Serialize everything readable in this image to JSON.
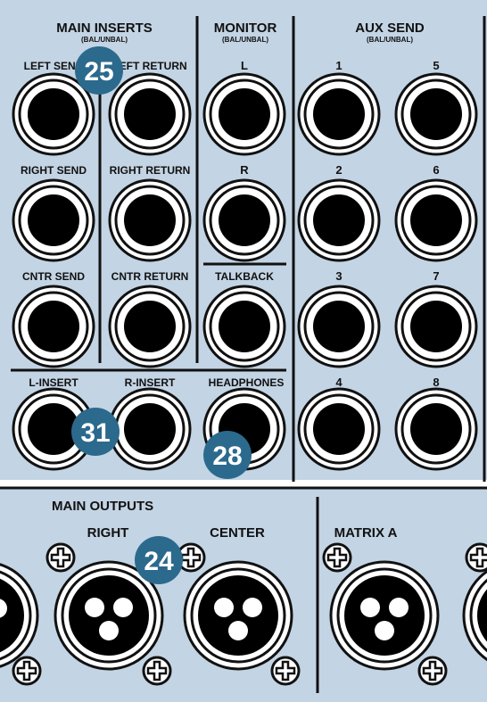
{
  "colors": {
    "panel_bg": "#c3d4e4",
    "line": "#111111",
    "jack_outer": "#ffffff",
    "jack_hole": "#000000",
    "badge_bg": "#2b6a8d",
    "badge_text": "#ffffff"
  },
  "sections": {
    "main_inserts": {
      "title": "MAIN INSERTS",
      "subtitle": "(BAL/UNBAL)"
    },
    "monitor": {
      "title": "MONITOR",
      "subtitle": "(BAL/UNBAL)"
    },
    "aux_send": {
      "title": "AUX SEND",
      "subtitle": "(BAL/UNBAL)"
    },
    "main_outputs": {
      "title": "MAIN OUTPUTS"
    }
  },
  "labels": {
    "left_send": "LEFT SEND",
    "left_return": "LEFT RETURN",
    "right_send": "RIGHT SEND",
    "right_return": "RIGHT RETURN",
    "cntr_send": "CNTR SEND",
    "cntr_return": "CNTR RETURN",
    "monitor_l": "L",
    "monitor_r": "R",
    "talkback": "TALKBACK",
    "l_insert": "L-INSERT",
    "r_insert": "R-INSERT",
    "headphones": "HEADPHONES",
    "aux_1": "1",
    "aux_2": "2",
    "aux_3": "3",
    "aux_4": "4",
    "aux_5": "5",
    "aux_6": "6",
    "aux_7": "7",
    "aux_8": "8",
    "out_right": "RIGHT",
    "out_center": "CENTER",
    "matrix_a": "MATRIX A"
  },
  "callouts": {
    "c25": "25",
    "c31": "31",
    "c28": "28",
    "c24": "24"
  }
}
